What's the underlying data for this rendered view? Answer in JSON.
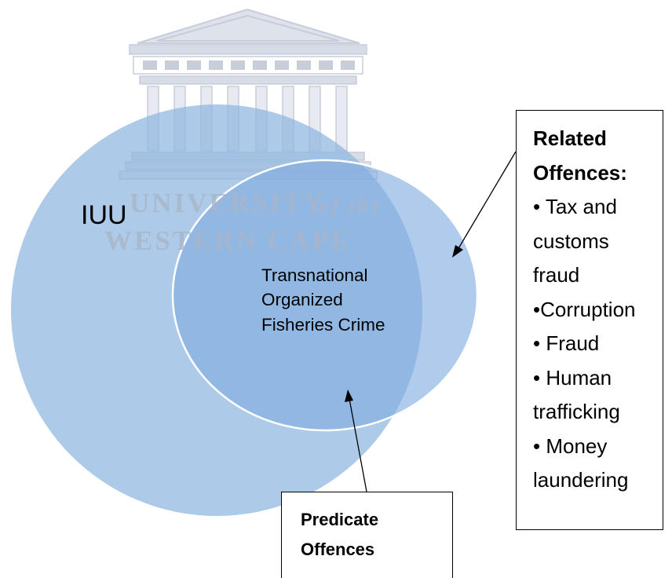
{
  "diagram": {
    "outer_circle_label": "IUU",
    "inner_circle_label_lines": [
      "Transnational",
      "Organized",
      "Fisheries Crime"
    ],
    "colors": {
      "outer_circle": "#8fb6e0",
      "inner_circle": "#7fabde",
      "overlap": "#6f9fd6",
      "watermark": "#a9b5c8"
    }
  },
  "watermark": {
    "line1": "UNIVERSITY",
    "line1_suffix": "of the",
    "line2": "WESTERN CAPE",
    "icon": "university-building-logo"
  },
  "related_offences": {
    "title_lines": [
      "Related",
      "Offences:"
    ],
    "items": [
      "• Tax and",
      "customs",
      "fraud",
      "•Corruption",
      "• Fraud",
      "• Human",
      "trafficking",
      "• Money",
      "laundering"
    ]
  },
  "predicate_offences": {
    "title_lines": [
      "Predicate",
      "Offences"
    ]
  }
}
